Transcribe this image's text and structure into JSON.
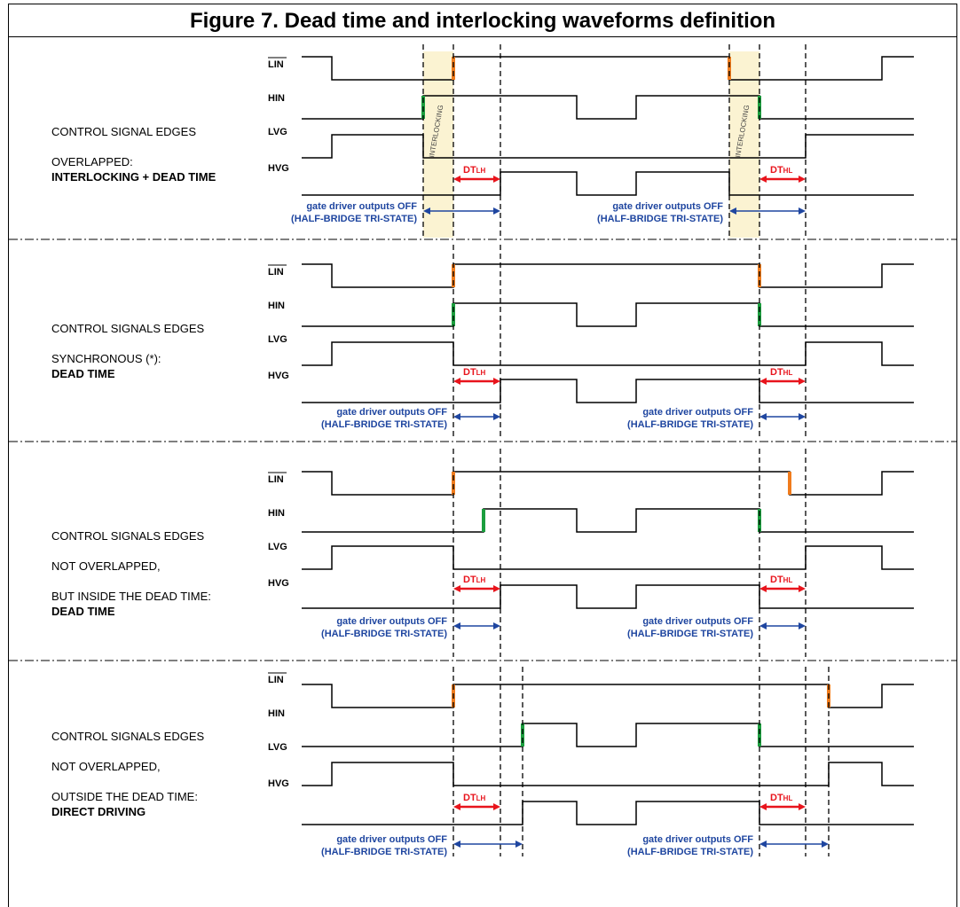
{
  "figure": {
    "title": "Figure 7. Dead time and interlocking waveforms definition",
    "signal_names": {
      "lin": "LIN",
      "hin": "HIN",
      "lvg": "LVG",
      "hvg": "HVG"
    },
    "dt_lh": {
      "main": "DT",
      "sub": "LH"
    },
    "dt_hl": {
      "main": "DT",
      "sub": "HL"
    },
    "interlocking_label": "INTERLOCKING",
    "off_line1": "gate driver outputs OFF",
    "off_line2": "(HALF-BRIDGE TRI-STATE)",
    "colors": {
      "orange": "#f07c1d",
      "green": "#1b9e3e",
      "red": "#e8141c",
      "blue": "#1f46a0",
      "interlock_fill": "#fbf3d2"
    },
    "cases": [
      {
        "line1": "CONTROL SIGNAL EDGES",
        "line2": "OVERLAPPED:",
        "line3": "",
        "bold": "INTERLOCKING + DEAD TIME"
      },
      {
        "line1": "CONTROL SIGNALS EDGES",
        "line2": "SYNCHRONOUS (*):",
        "line3": "",
        "bold": "DEAD TIME"
      },
      {
        "line1": "CONTROL SIGNALS EDGES",
        "line2": "NOT OVERLAPPED,",
        "line3": "BUT INSIDE THE DEAD TIME:",
        "bold": "DEAD TIME"
      },
      {
        "line1": "CONTROL SIGNALS EDGES",
        "line2": "NOT OVERLAPPED,",
        "line3": "OUTSIDE THE DEAD TIME:",
        "bold": "DIRECT DRIVING"
      }
    ]
  }
}
